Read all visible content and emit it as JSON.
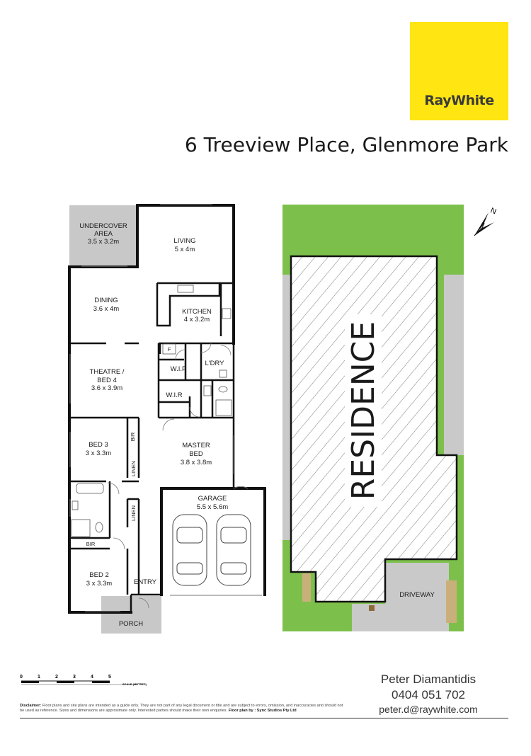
{
  "brand": {
    "logo_text": "RayWhite",
    "logo_color": "#ffe512"
  },
  "address": "6 Treeview Place, Glenmore Park",
  "rooms": {
    "undercover": {
      "name": "UNDERCOVER",
      "name2": "AREA",
      "size": "3.5 x 3.2m"
    },
    "living": {
      "name": "LIVING",
      "size": "5 x 4m"
    },
    "dining": {
      "name": "DINING",
      "size": "3.6 x 4m"
    },
    "kitchen": {
      "name": "KITCHEN",
      "size": "4 x 3.2m"
    },
    "theatre": {
      "name": "THEATRE /",
      "name2": "BED 4",
      "size": "3.6 x 3.9m"
    },
    "wip": "W.I.P",
    "ldry": "L'DRY",
    "wir": "W.I.R",
    "fridge": "F",
    "bed3": {
      "name": "BED 3",
      "size": "3 x 3.3m"
    },
    "master": {
      "name": "MASTER",
      "name2": "BED",
      "size": "3.8 x 3.8m"
    },
    "garage": {
      "name": "GARAGE",
      "size": "5.5 x 5.6m"
    },
    "bir": "BIR",
    "linen": "LINEN",
    "bed2": {
      "name": "BED 2",
      "size": "3 x 3.3m"
    },
    "entry": "ENTRY",
    "porch": "PORCH"
  },
  "site": {
    "residence": "RESIDENCE",
    "driveway": "DRIVEWAY",
    "north": "N",
    "lawn_color": "#7cc04b"
  },
  "scale": {
    "ticks": [
      "0",
      "1",
      "2",
      "3",
      "4",
      "5"
    ],
    "unit": "SCALE (METRES)"
  },
  "contact": {
    "name": "Peter Diamantidis",
    "phone": "0404 051 702",
    "email": "peter.d@raywhite.com"
  },
  "disclaimer": {
    "label": "Disclaimer:",
    "text": "Floor plans and site plans are intended as a guide only. They are not part of any legal document or title and are subject to errors, omission, and inaccuracies and should not be used as reference. Sizes and dimensions are approximate only. Interested parties should make their own enquiries.",
    "credit": "Floor plan by : Sync Studios Pty Ltd"
  }
}
